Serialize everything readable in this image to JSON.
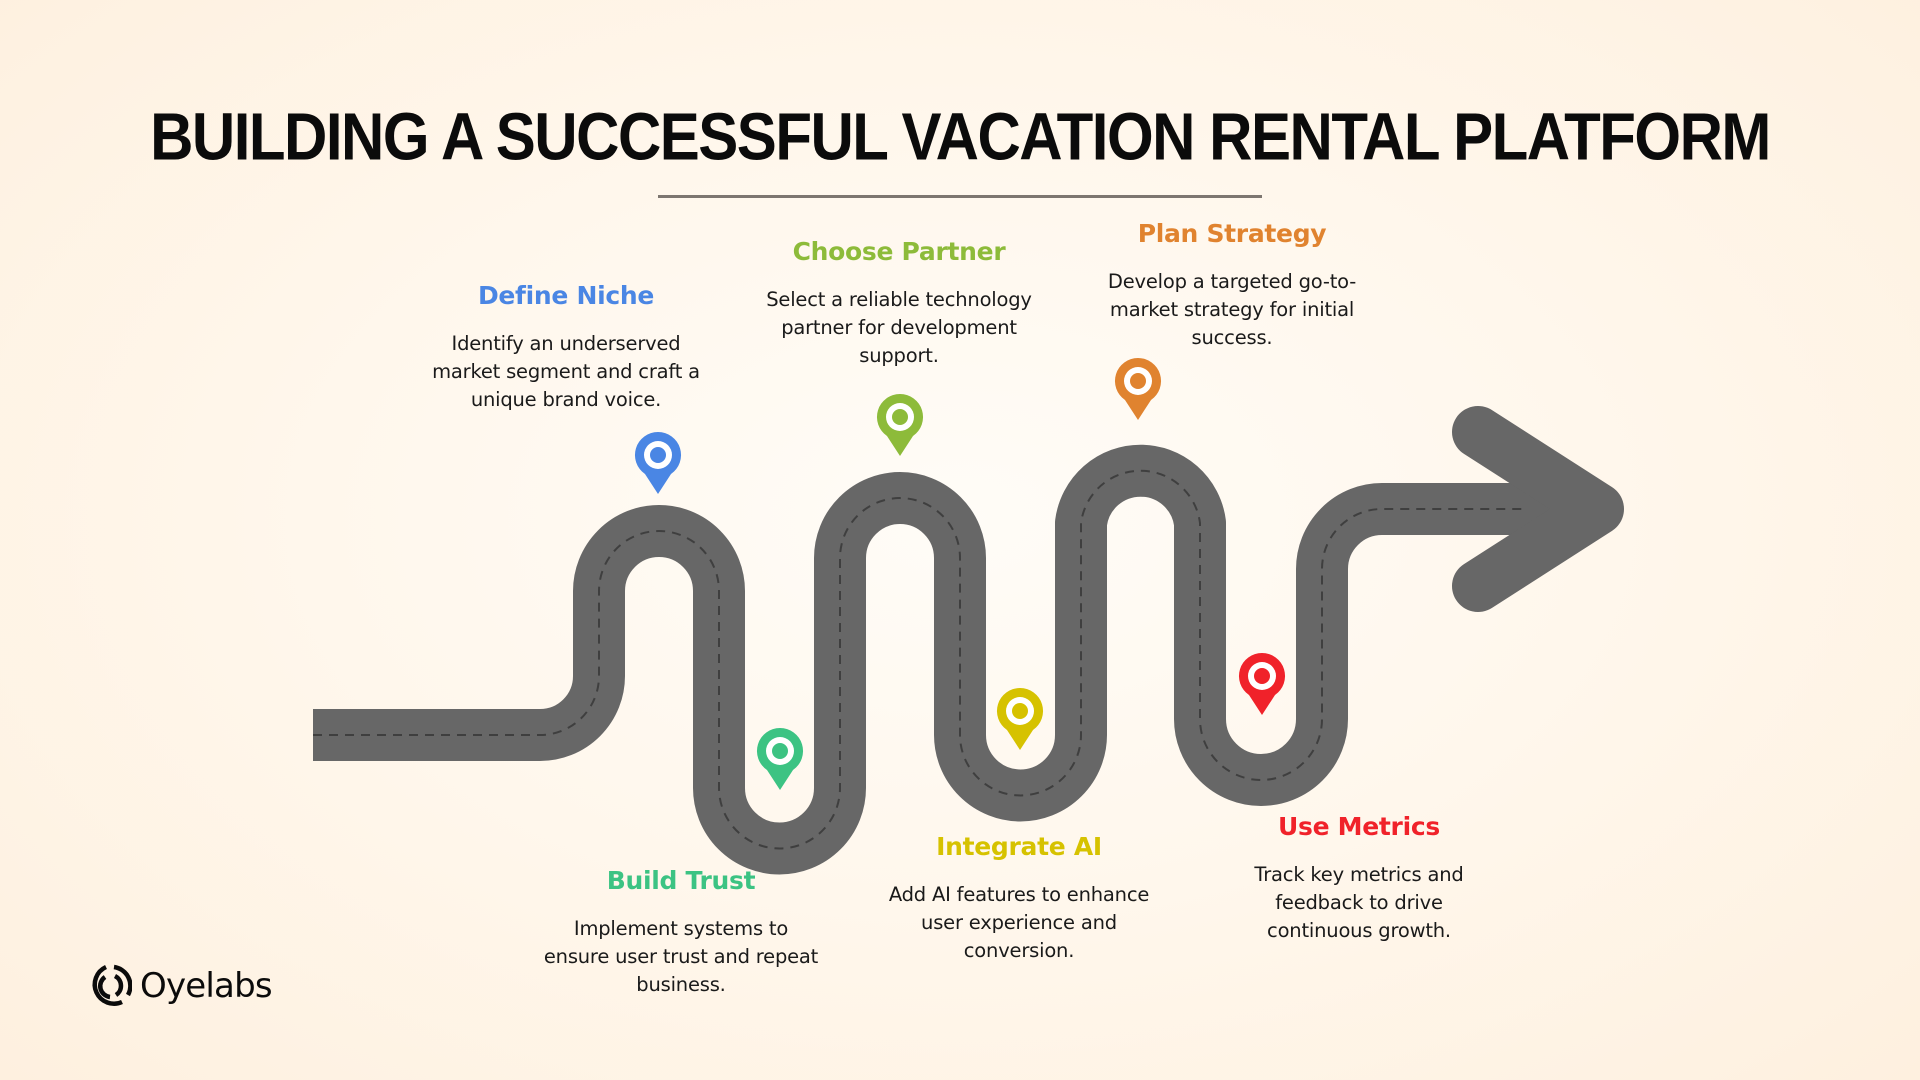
{
  "header": {
    "title": "BUILDING A SUCCESSFUL VACATION RENTAL PLATFORM"
  },
  "colors": {
    "road": "#676767",
    "road_dash": "#3f3f3f",
    "title": "#0b0b0b",
    "divider": "#7d7670",
    "background_center": "#fffcf7",
    "background_edge": "#feefdd"
  },
  "steps": [
    {
      "id": "define-niche",
      "title": "Define Niche",
      "description_lines": [
        "Identify an underserved",
        "market segment and craft a",
        "unique brand voice."
      ],
      "color": "#4A86E4",
      "position": "top"
    },
    {
      "id": "build-trust",
      "title": "Build Trust",
      "description_lines": [
        "Implement systems to",
        "ensure user trust and repeat",
        "business."
      ],
      "color": "#3CC383",
      "position": "bottom"
    },
    {
      "id": "choose-partner",
      "title": "Choose Partner",
      "description_lines": [
        "Select a reliable technology",
        "partner for development",
        "support."
      ],
      "color": "#8DBB3A",
      "position": "top"
    },
    {
      "id": "integrate-ai",
      "title": "Integrate AI",
      "description_lines": [
        "Add AI features to enhance",
        "user experience and",
        "conversion."
      ],
      "color": "#D6C200",
      "position": "bottom"
    },
    {
      "id": "plan-strategy",
      "title": "Plan Strategy",
      "description_lines": [
        "Develop a targeted go-to-",
        "market strategy for initial",
        "success."
      ],
      "color": "#E0832F",
      "position": "top"
    },
    {
      "id": "use-metrics",
      "title": "Use Metrics",
      "description_lines": [
        "Track key metrics and",
        "feedback to drive",
        "continuous growth."
      ],
      "color": "#F0222A",
      "position": "bottom"
    }
  ],
  "pins": [
    {
      "step": "define-niche",
      "icon": "map-pin-icon",
      "color": "#4A86E4"
    },
    {
      "step": "build-trust",
      "icon": "map-pin-icon",
      "color": "#3CC383"
    },
    {
      "step": "choose-partner",
      "icon": "map-pin-icon",
      "color": "#8DBB3A"
    },
    {
      "step": "integrate-ai",
      "icon": "map-pin-icon",
      "color": "#D6C200"
    },
    {
      "step": "plan-strategy",
      "icon": "map-pin-icon",
      "color": "#E0832F"
    },
    {
      "step": "use-metrics",
      "icon": "map-pin-icon",
      "color": "#F0222A"
    }
  ],
  "road": {
    "icon": "winding-road-arrow-icon",
    "direction": "left-to-right"
  },
  "brand": {
    "logo_icon": "oyelabs-logo-icon",
    "name": "Oyelabs"
  }
}
